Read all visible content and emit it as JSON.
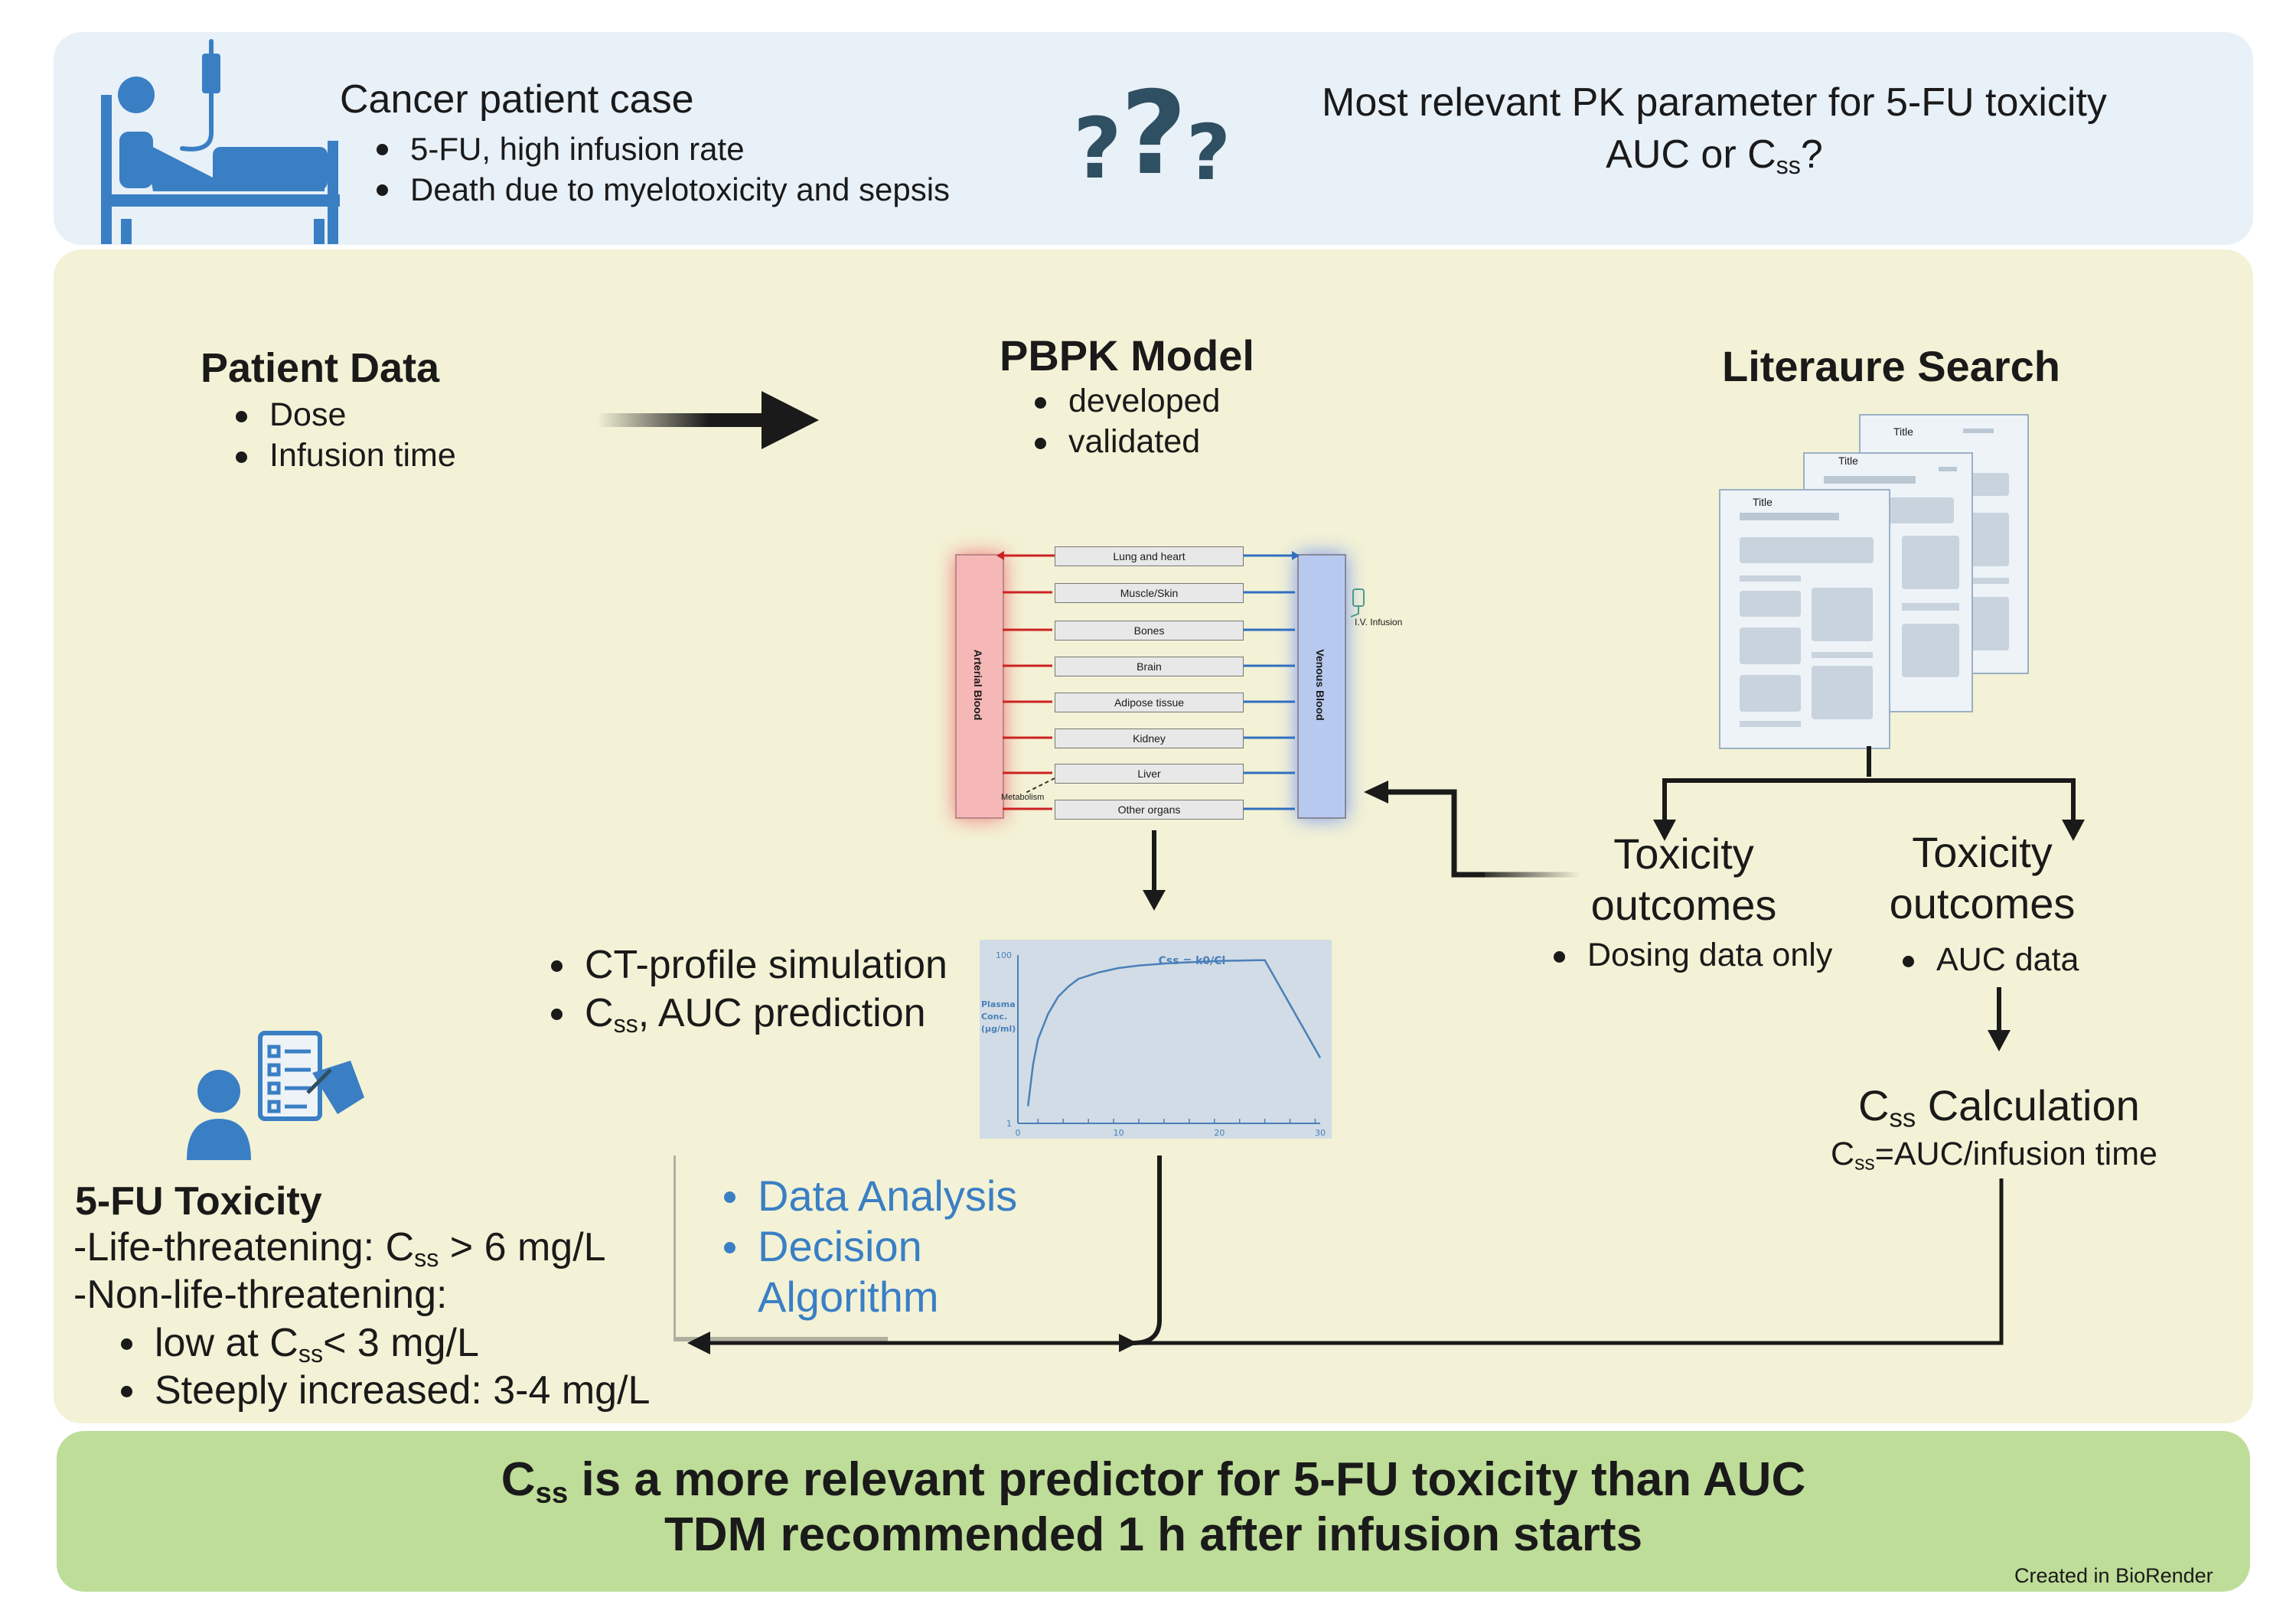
{
  "header": {
    "case_title": "Cancer patient case",
    "case_items": [
      "5-FU, high infusion rate",
      "Death due to myelotoxicity and sepsis"
    ],
    "question_line1": "Most relevant PK parameter for 5-FU toxicity",
    "question_line2_pre": "AUC or C",
    "question_line2_sub": "ss",
    "question_line2_post": "?"
  },
  "patient_data": {
    "title": "Patient Data",
    "items": [
      "Dose",
      "Infusion time"
    ]
  },
  "pbpk": {
    "title": "PBPK Model",
    "items": [
      "developed",
      "validated"
    ],
    "arterial_label": "Arterial Blood",
    "venous_label": "Venous Blood",
    "organs": [
      "Lung and heart",
      "Muscle/Skin",
      "Bones",
      "Brain",
      "Adipose tissue",
      "Kidney",
      "Liver",
      "Other organs"
    ],
    "metabolism_label": "Metabolism",
    "infusion_label": "I.V. Infusion"
  },
  "literature": {
    "title": "Literaure Search",
    "doc_title": "Title"
  },
  "toxicity_left": {
    "line1": "Toxicity",
    "line2": "outcomes",
    "item": "Dosing data only"
  },
  "toxicity_right": {
    "line1": "Toxicity",
    "line2": "outcomes",
    "item": "AUC data"
  },
  "css_calc": {
    "title_sym": "C",
    "title_sub": "ss",
    "title_rest": " Calculation",
    "formula_sym": "C",
    "formula_sub": "ss",
    "formula_rest": "=AUC/infusion time"
  },
  "simulation": {
    "item1": "CT-profile simulation",
    "item2_sym": "C",
    "item2_sub": "ss",
    "item2_rest": ", AUC prediction"
  },
  "chart_data": {
    "type": "line",
    "title": "Css = k0/Cl",
    "ylabel": "Plasma Conc. (µg/ml)",
    "xlabel": "",
    "x_ticks": [
      0,
      10,
      20,
      30
    ],
    "y_ticks": [
      1,
      100
    ],
    "xlim": [
      0,
      30
    ],
    "ylim": [
      1,
      100
    ],
    "yscale": "log",
    "series": [
      {
        "x": [
          1,
          1.5,
          2,
          3,
          4,
          5,
          6,
          8,
          10,
          12,
          15,
          18,
          20,
          22,
          24,
          24.5,
          30
        ],
        "y": [
          1.6,
          5,
          10,
          20,
          32,
          42,
          52,
          62,
          70,
          75,
          80,
          83,
          85,
          86,
          87,
          87,
          6
        ]
      }
    ]
  },
  "analysis": {
    "items": [
      "Data Analysis",
      "Decision",
      "Algorithm"
    ]
  },
  "toxicity_5fu": {
    "title": "5-FU Toxicity",
    "line1_pre": "-Life-threatening: C",
    "line1_sub": "ss",
    "line1_post": " > 6 mg/L",
    "line2": "-Non-life-threatening:",
    "item1_pre": "low at C",
    "item1_sub": "ss",
    "item1_post": "< 3 mg/L",
    "item2": "Steeply increased: 3-4 mg/L"
  },
  "conclusion": {
    "line1_sym": "C",
    "line1_sub": "ss",
    "line1_rest": " is a more relevant predictor for 5-FU toxicity than AUC",
    "line2": "TDM recommended  1 h after infusion starts"
  },
  "footer": {
    "credit": "Created in BioRender"
  },
  "colors": {
    "top_panel": "#e8f0f8",
    "mid_panel": "#f3f2d6",
    "bottom_panel": "#bedd98",
    "icon_blue": "#3a7fc4",
    "question_mark": "#2f4f62",
    "accent_blue": "#3a7fc4",
    "arterial": "#f6b7b7",
    "venous": "#b7c9ef"
  }
}
